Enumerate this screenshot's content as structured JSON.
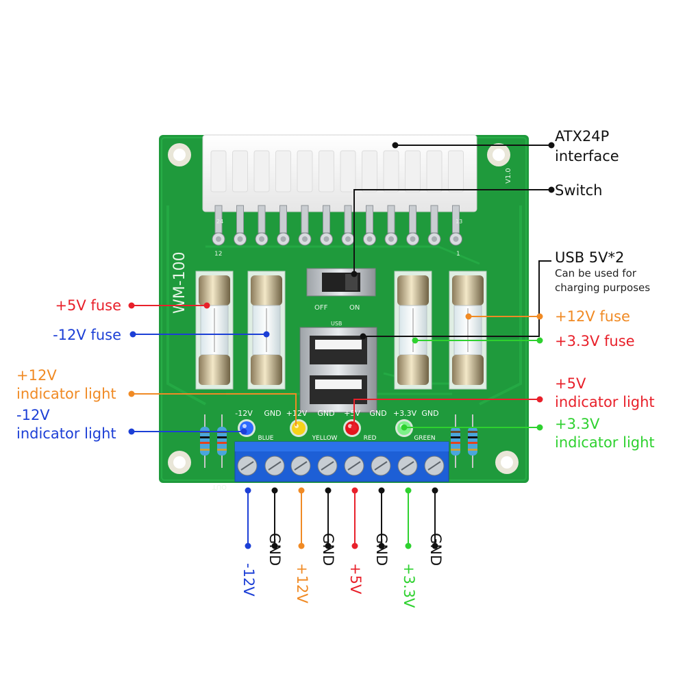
{
  "colors": {
    "pcb": "#1f9a3c",
    "pcb_dark": "#157a2d",
    "terminal": "#1d5fd6",
    "red": "#e8202a",
    "blue": "#1c3fd6",
    "orange": "#f08a24",
    "green": "#2ed12f",
    "black": "#111111"
  },
  "board": {
    "model": "WM-100",
    "version": "V1.0",
    "pin_left": "12",
    "pin_right": "1",
    "pin_top_left": "24",
    "pin_top_right": "13",
    "switch_off": "OFF",
    "switch_on": "ON",
    "usb_label": "USB",
    "out_label": "OUT",
    "rails": [
      "-12V",
      "GND",
      "+12V",
      "GND",
      "+5V",
      "GND",
      "+3.3V",
      "GND"
    ],
    "led_labels": [
      "BLUE",
      "YELLOW",
      "RED",
      "GREEN"
    ]
  },
  "callouts": {
    "atx_line1": "ATX24P",
    "atx_line2": "interface",
    "switch": "Switch",
    "usb_line1": "USB 5V*2",
    "usb_sub1": "Can be used for",
    "usb_sub2": "charging purposes",
    "fuse_5v": "+5V fuse",
    "fuse_m12v": "-12V fuse",
    "fuse_12v": "+12V fuse",
    "fuse_33v": "+3.3V fuse",
    "ind_12v_1": "+12V",
    "ind_12v_2": "indicator light",
    "ind_m12v_1": "-12V",
    "ind_m12v_2": "indicator light",
    "ind_5v_1": "+5V",
    "ind_5v_2": "indicator light",
    "ind_33v_1": "+3.3V",
    "ind_33v_2": "indicator light"
  },
  "terminals": [
    "-12V",
    "GND",
    "+12V",
    "GND",
    "+5V",
    "GND",
    "+3.3V",
    "GND"
  ]
}
